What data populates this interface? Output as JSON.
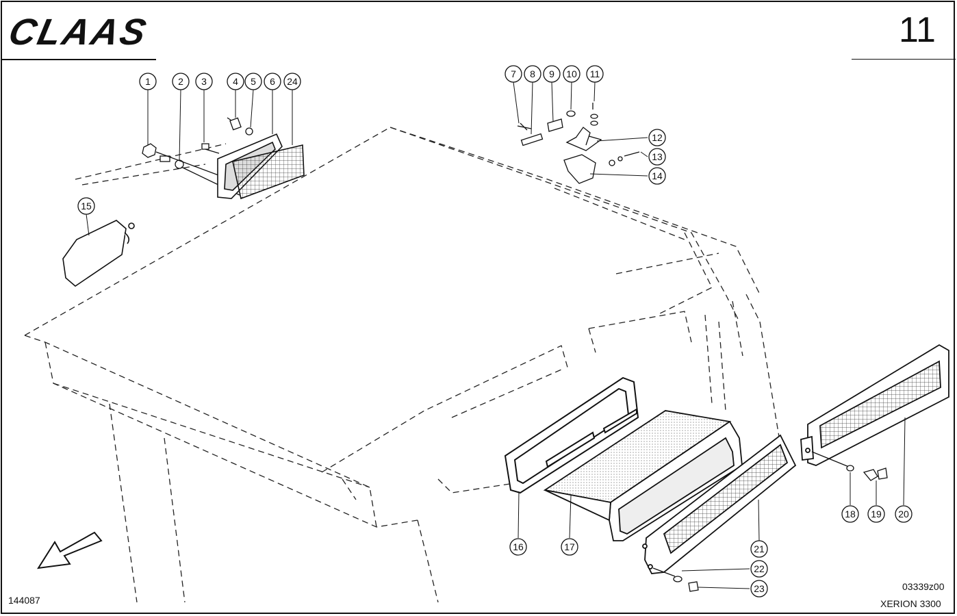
{
  "header": {
    "brand": "CLAAS",
    "page_number": "11"
  },
  "footer": {
    "catalog_code": "144087",
    "drawing_code": "03339z00",
    "model": "XERION 3300"
  },
  "callouts": [
    "1",
    "2",
    "3",
    "4",
    "5",
    "6",
    "24",
    "7",
    "8",
    "9",
    "10",
    "11",
    "12",
    "13",
    "14",
    "15",
    "16",
    "17",
    "18",
    "19",
    "20",
    "21",
    "22",
    "23"
  ],
  "colors": {
    "line": "#111111",
    "background": "#ffffff"
  }
}
